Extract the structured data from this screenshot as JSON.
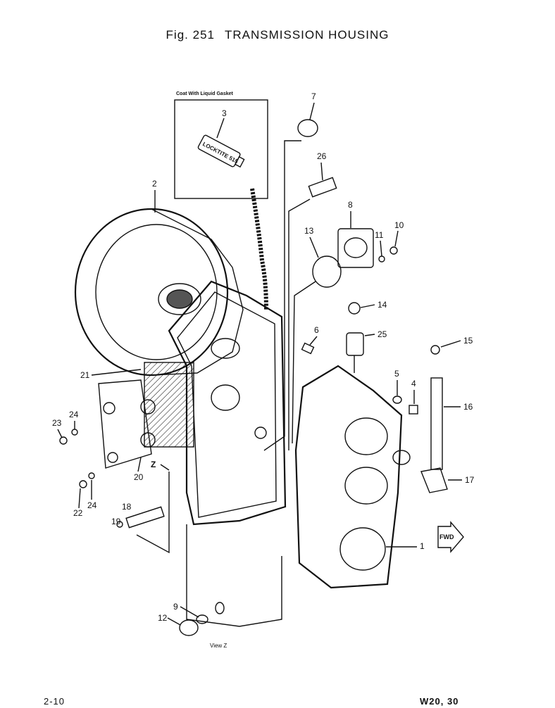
{
  "header": {
    "figure_number": "Fig. 251",
    "title": "TRANSMISSION HOUSING"
  },
  "inset": {
    "caption": "Coat With Liquid Gasket",
    "tube_label": "LOCKTITE 515"
  },
  "view_label": "View Z",
  "fwd_label": "FWD",
  "z_marker": "Z",
  "callouts": [
    "1",
    "2",
    "3",
    "4",
    "5",
    "6",
    "7",
    "8",
    "9",
    "10",
    "11",
    "12",
    "13",
    "14",
    "15",
    "16",
    "17",
    "18",
    "19",
    "20",
    "21",
    "22",
    "23",
    "24",
    "25",
    "26"
  ],
  "footer": {
    "page": "2-10",
    "model": "W20, 30"
  }
}
